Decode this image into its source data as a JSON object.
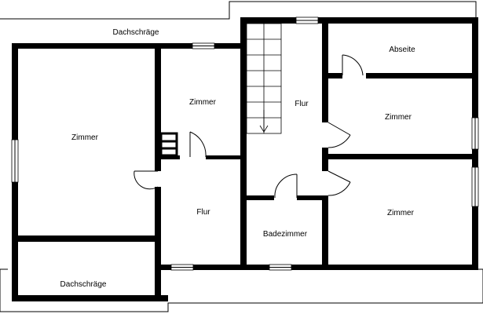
{
  "floorplan": {
    "labels": {
      "dachschraege_top": "Dachschräge",
      "zimmer_large": "Zimmer",
      "zimmer_center": "Zimmer",
      "flur_upper": "Flur",
      "abseite": "Abseite",
      "zimmer_right_upper": "Zimmer",
      "flur_lower": "Flur",
      "zimmer_right_lower": "Zimmer",
      "badezimmer": "Badezimmer",
      "dachschraege_bottom": "Dachschräge"
    },
    "colors": {
      "wall": "#000000",
      "background": "#ffffff"
    }
  }
}
